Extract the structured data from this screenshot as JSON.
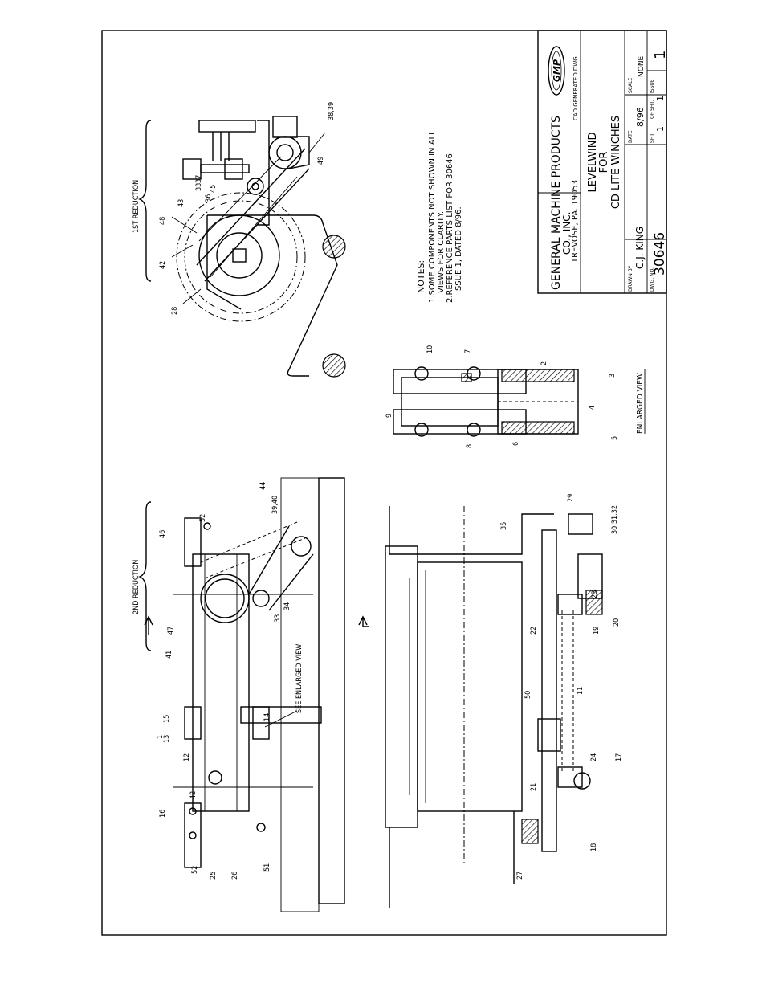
{
  "title_block": {
    "company_line1": "GENERAL MACHINE PRODUCTS",
    "company_line2": "CO., INC.",
    "company_line3": "TREVOSE, PA. 19053",
    "logo_text": "GMP",
    "cad_note": "CAD GENERATED DWG.",
    "title_line1": "LEVELWIND",
    "title_line2": "FOR",
    "title_line3": "CD LITE WINCHES",
    "drawn_by_label": "DRAWN BY",
    "drawn_by": "C.J. KING",
    "date_label": "DATE",
    "date": "8/96",
    "scale_label": "SCALE",
    "scale": "NONE",
    "dwg_no_label": "DWG. NO.",
    "dwg_no": "30646",
    "sht_label": "SHT.",
    "sht": "1",
    "of_sht_label": "OF SHT.",
    "of_sht": "1",
    "issue_label": "ISSUE",
    "issue": "1"
  },
  "notes": {
    "heading": "NOTES:",
    "line1": "1.SOME COMPONENTS NOT SHOWN IN ALL",
    "line2": "VIEWS FOR CLARITY.",
    "line3": "2.REFERENCE PARTS LIST FOR 30646",
    "line4": "ISSUE 1, DATED 8/96."
  },
  "view_labels": {
    "first_reduction": "1ST REDUCTION",
    "second_reduction": "2ND REDUCTION",
    "see_enlarged": "SEE ENLARGED VIEW",
    "enlarged_view": "ENLARGED VIEW"
  },
  "callouts": {
    "first_reduction": [
      "28",
      "42",
      "48",
      "43",
      "33",
      "36",
      "37",
      "45",
      "49",
      "38,39"
    ],
    "second_reduction": [
      "46",
      "52",
      "44",
      "39,40",
      "47",
      "33",
      "34",
      "41",
      "15",
      "13",
      "12",
      "1",
      "14",
      "42",
      "16",
      "52",
      "25",
      "26",
      "51"
    ],
    "bottom_view": [
      "35",
      "29",
      "30,31,32",
      "23",
      "20",
      "19",
      "22",
      "50",
      "11",
      "24",
      "17",
      "21",
      "18",
      "27"
    ],
    "enlarged": [
      "10",
      "7",
      "9",
      "2",
      "3",
      "4",
      "5",
      "6",
      "8"
    ]
  }
}
